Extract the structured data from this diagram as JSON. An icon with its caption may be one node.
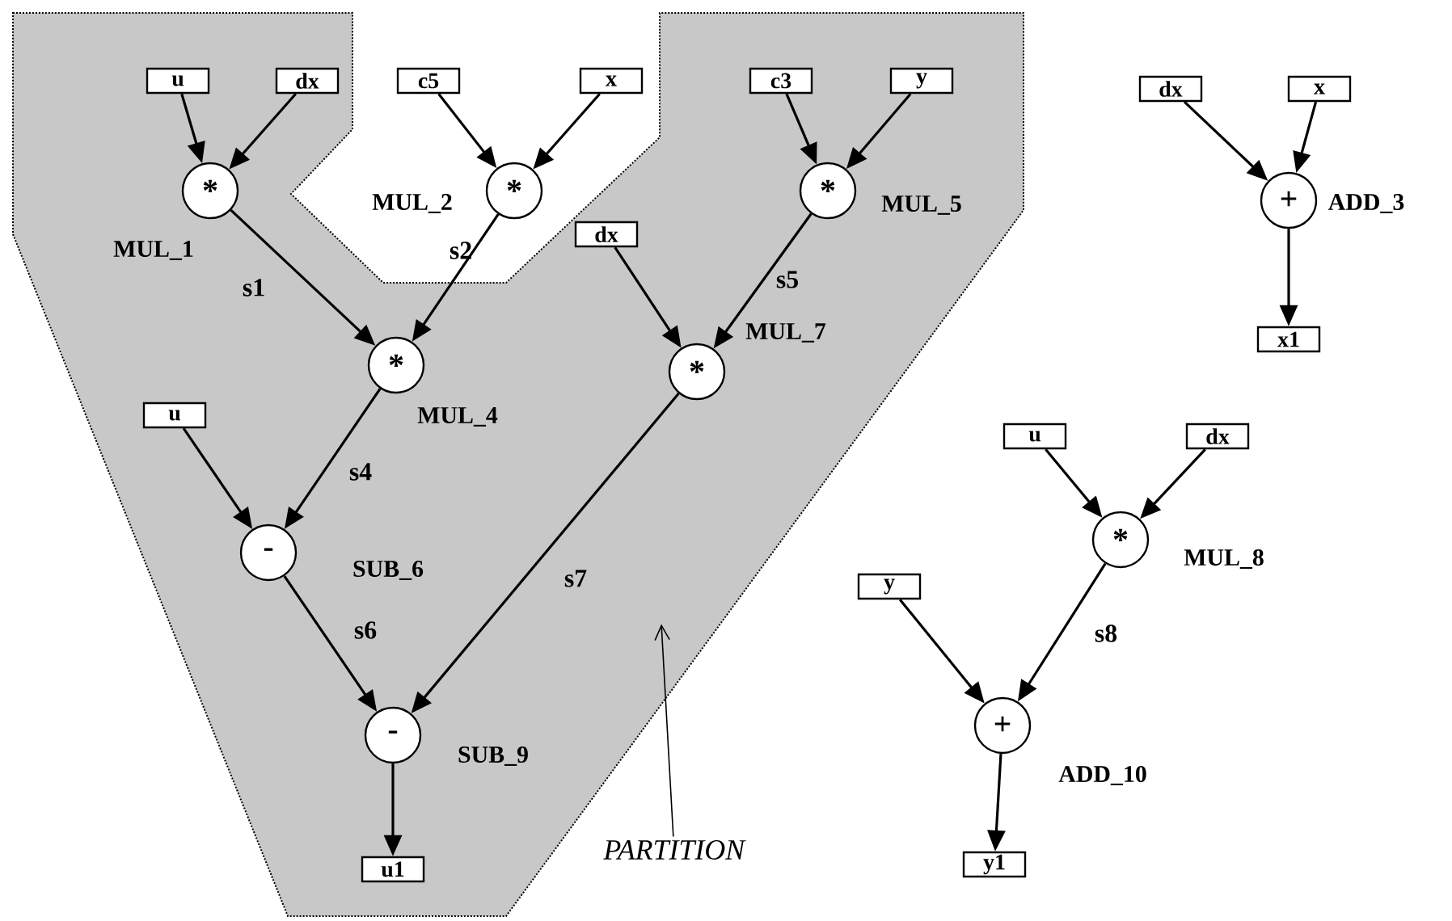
{
  "diagram": {
    "nodes": [
      {
        "text": [],
        "shape": "polygon"
      },
      {
        "text": [
          "u"
        ],
        "in": 0
      },
      {
        "text": [
          "dx"
        ],
        "in": 0
      },
      {
        "text": [
          "c5"
        ]
      },
      {
        "text": [
          "x"
        ]
      },
      {
        "text": [
          "c3"
        ],
        "in": 0
      },
      {
        "text": [
          "y"
        ],
        "in": 0
      },
      {
        "text": [
          "*"
        ],
        "beside": [
          "MUL_1"
        ],
        "in": 0
      },
      {
        "text": [
          "*"
        ],
        "beside": [
          "MUL_2"
        ]
      },
      {
        "text": [
          "*"
        ],
        "beside": [
          "MUL_5"
        ],
        "in": 0
      },
      {
        "text": [
          "dx"
        ],
        "in": 0
      },
      {
        "text": [
          "*"
        ],
        "beside": [
          "MUL_4"
        ],
        "in": 0
      },
      {
        "text": [
          "*"
        ],
        "beside": [
          "MUL_7"
        ],
        "in": 0
      },
      {
        "text": [
          "u"
        ],
        "in": 0
      },
      {
        "text": [
          "-"
        ],
        "beside": [
          "SUB_6"
        ],
        "in": 0
      },
      {
        "text": [
          "-"
        ],
        "beside": [
          "SUB_9"
        ],
        "in": 0
      },
      {
        "text": [
          "u1"
        ],
        "in": 0
      },
      {
        "text": [
          "dx"
        ]
      },
      {
        "text": [
          "x"
        ]
      },
      {
        "text": [
          "+"
        ],
        "beside": [
          "ADD_3"
        ]
      },
      {
        "text": [
          "x1"
        ]
      },
      {
        "text": [
          "u"
        ]
      },
      {
        "text": [
          "dx"
        ]
      },
      {
        "text": [
          "*"
        ],
        "beside": [
          "MUL_8"
        ]
      },
      {
        "text": [
          "y"
        ]
      },
      {
        "text": [
          "+"
        ],
        "beside": [
          "ADD_10"
        ]
      },
      {
        "text": [
          "y1"
        ]
      },
      {
        "text": [
          "PARTITION"
        ]
      }
    ],
    "edges": [
      {
        "from": 1,
        "to": 7,
        "arrow": "to"
      },
      {
        "from": 2,
        "to": 7,
        "arrow": "to"
      },
      {
        "from": 3,
        "to": 8,
        "arrow": "to"
      },
      {
        "from": 4,
        "to": 8,
        "arrow": "to"
      },
      {
        "from": 5,
        "to": 9,
        "arrow": "to"
      },
      {
        "from": 6,
        "to": 9,
        "arrow": "to"
      },
      {
        "from": 7,
        "to": 11,
        "arrow": "to",
        "label": "s1"
      },
      {
        "from": 8,
        "to": 11,
        "arrow": "to",
        "label": "s2"
      },
      {
        "from": 9,
        "to": 12,
        "arrow": "to",
        "label": "s5"
      },
      {
        "from": 10,
        "to": 12,
        "arrow": "to"
      },
      {
        "from": 11,
        "to": 14,
        "arrow": "to",
        "label": "s4"
      },
      {
        "from": 13,
        "to": 14,
        "arrow": "to"
      },
      {
        "from": 12,
        "to": 15,
        "arrow": "to",
        "label": "s7"
      },
      {
        "from": 14,
        "to": 15,
        "arrow": "to",
        "label": "s6"
      },
      {
        "from": 15,
        "to": 16,
        "arrow": "to"
      },
      {
        "from": 17,
        "to": 19,
        "arrow": "to"
      },
      {
        "from": 18,
        "to": 19,
        "arrow": "to"
      },
      {
        "from": 19,
        "to": 20,
        "arrow": "to"
      },
      {
        "from": 21,
        "to": 23,
        "arrow": "to"
      },
      {
        "from": 22,
        "to": 23,
        "arrow": "to"
      },
      {
        "from": 23,
        "to": 25,
        "arrow": "to",
        "label": "s8"
      },
      {
        "from": 24,
        "to": 25,
        "arrow": "to"
      },
      {
        "from": 25,
        "to": 26,
        "arrow": "to"
      },
      {
        "from": 27,
        "to": 0,
        "arrow": "to"
      }
    ]
  }
}
